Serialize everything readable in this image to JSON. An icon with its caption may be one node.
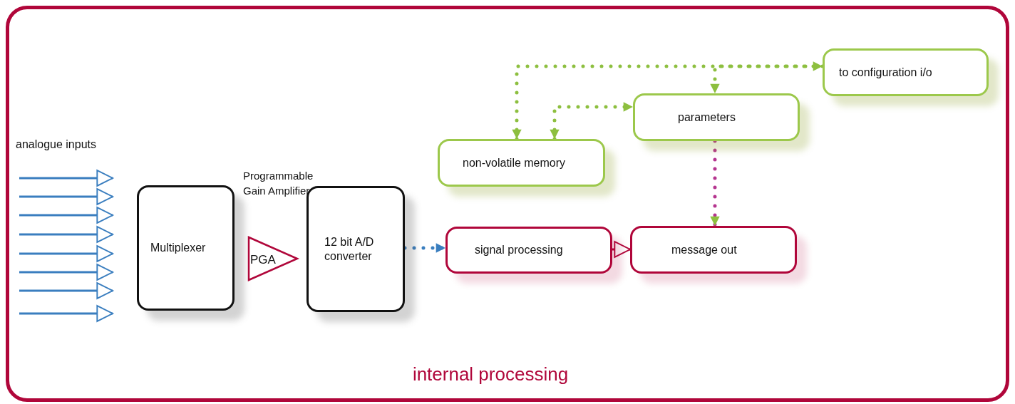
{
  "diagram": {
    "caption": "internal processing",
    "nodes": [
      {
        "text": [],
        "shape": "box"
      },
      {
        "text": [
          "Multiplexer"
        ],
        "in": 0
      },
      {
        "text": [
          "PGA"
        ],
        "in": 0
      },
      {
        "text": [
          "12 bit A/D converter"
        ],
        "in": 0
      },
      {
        "text": [
          "signal processing"
        ],
        "in": 0
      },
      {
        "text": [
          "message out"
        ],
        "in": 0
      },
      {
        "text": [
          "non-volatile memory"
        ],
        "in": 0
      },
      {
        "text": [
          "parameters"
        ],
        "in": 0
      },
      {
        "text": [
          "to configuration i/o"
        ],
        "in": 0
      }
    ],
    "edges": [
      {
        "from": null,
        "to": 1,
        "arrow": "to"
      },
      {
        "from": null,
        "to": 1,
        "arrow": "to"
      },
      {
        "from": null,
        "to": 1,
        "arrow": "to"
      },
      {
        "from": null,
        "to": 1,
        "arrow": "to"
      },
      {
        "from": null,
        "to": 1,
        "arrow": "to"
      },
      {
        "from": null,
        "to": 1,
        "arrow": "to"
      },
      {
        "from": null,
        "to": 1,
        "arrow": "to"
      },
      {
        "from": null,
        "to": 1,
        "arrow": "to"
      },
      {
        "from": 3,
        "to": 4,
        "arrow": "to",
        "style": "dashed"
      },
      {
        "from": 4,
        "to": 5,
        "arrow": "to",
        "color": "#b0063a"
      },
      {
        "from": 7,
        "to": 5,
        "arrow": "to",
        "style": "dashed",
        "color": "#b5358f"
      },
      {
        "from": 6,
        "to": 8,
        "arrow": "both",
        "style": "dashed",
        "color": "#8dbf3f"
      },
      {
        "from": 6,
        "to": 7,
        "arrow": "both",
        "style": "dashed",
        "color": "#8dbf3f"
      },
      {
        "from": 8,
        "to": 7,
        "arrow": "to",
        "style": "dashed",
        "color": "#8dbf3f"
      }
    ],
    "labels": [
      "analogue inputs",
      "Programmable Gain Amplifier"
    ]
  }
}
